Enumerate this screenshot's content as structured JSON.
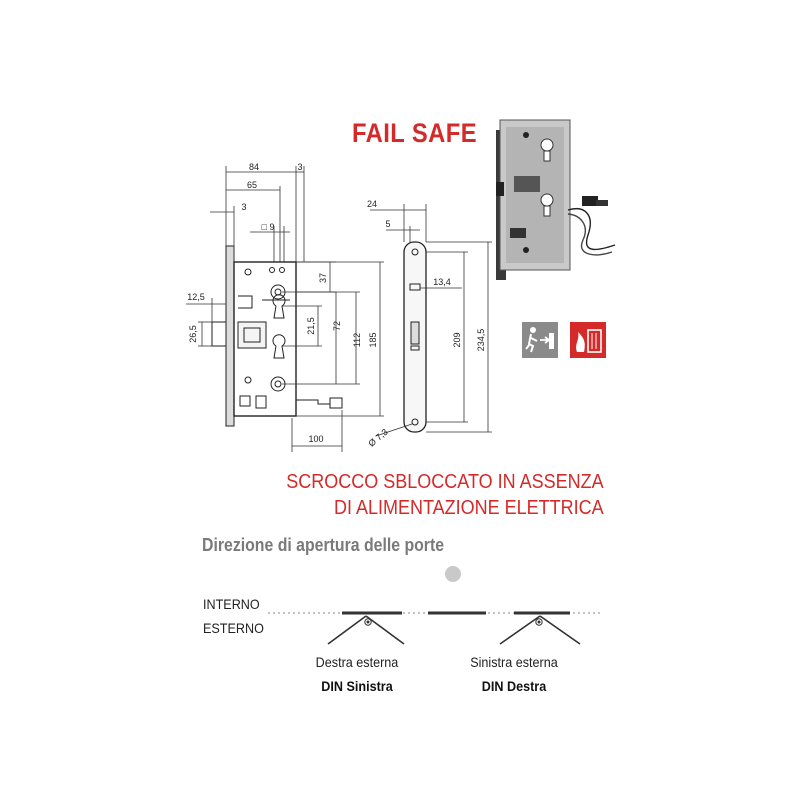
{
  "header": {
    "title": "FAIL SAFE"
  },
  "dimensions": {
    "d84": "84",
    "d3a": "3",
    "d65": "65",
    "d3b": "3",
    "dsq9": "□ 9",
    "d12_5": "12,5",
    "d26_5": "26,5",
    "d37": "37",
    "d21_5": "21,5",
    "d72": "72",
    "d112": "112",
    "d185": "185",
    "d100": "100",
    "d24": "24",
    "d5": "5",
    "d13_4": "13,4",
    "d209": "209",
    "d234_5": "234,5",
    "dphi7_3": "Ø 7,3"
  },
  "description": {
    "line1": "SCROCCO SBLOCCATO IN ASSENZA",
    "line2": "DI ALIMENTAZIONE ELETTRICA"
  },
  "doors": {
    "title": "Direzione di apertura delle porte",
    "interno": "INTERNO",
    "esterno": "ESTERNO",
    "left_caption": "Destra esterna",
    "left_din": "DIN Sinistra",
    "right_caption": "Sinistra esterna",
    "right_din": "DIN Destra"
  },
  "icons": {
    "emergency_exit": "emergency-exit-icon",
    "fire_door": "fire-door-icon"
  },
  "colors": {
    "accent_red": "#d42a2a",
    "dim_line": "#333333",
    "icon_grey": "#8a8a8a",
    "fire_red": "#d42a2a"
  }
}
